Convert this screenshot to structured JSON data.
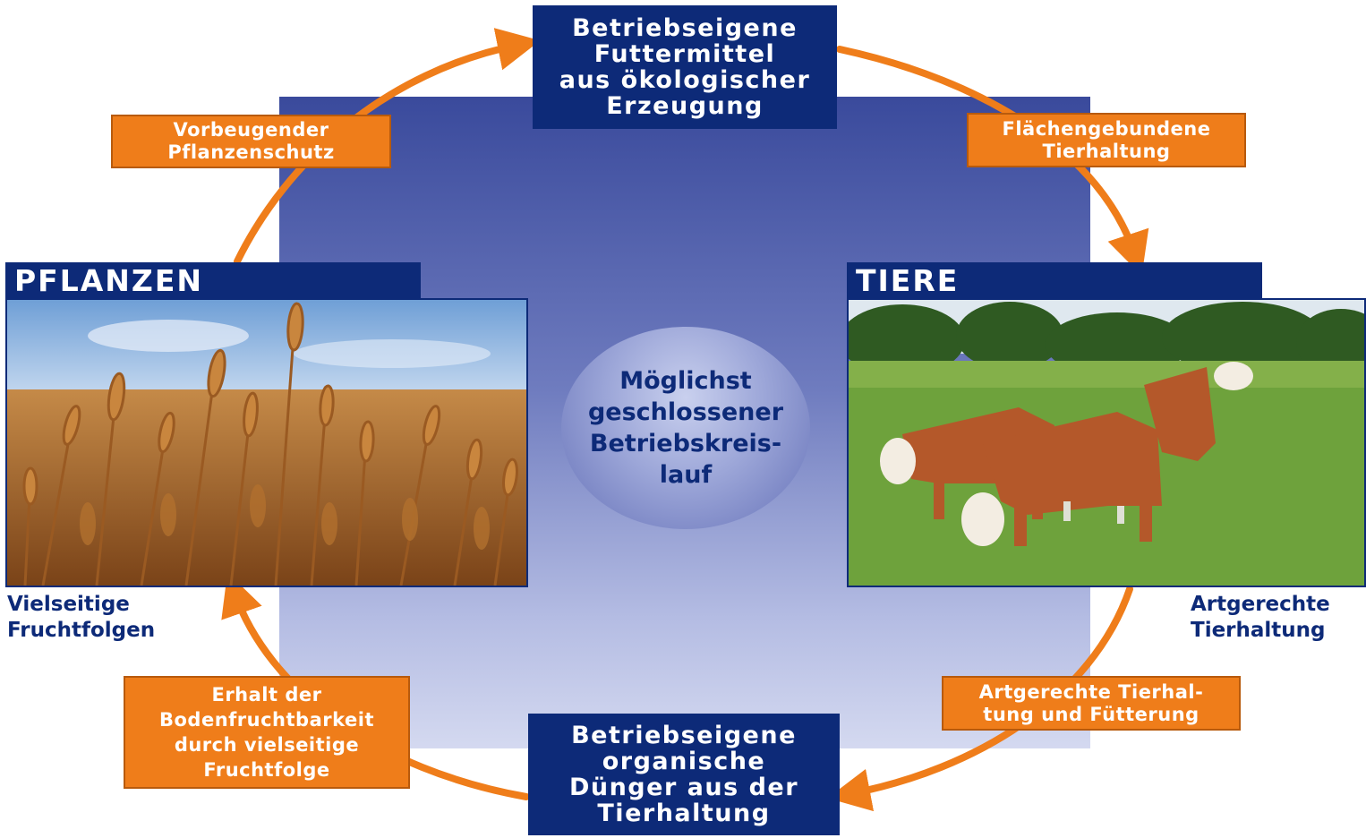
{
  "colors": {
    "navy": "#0d2a78",
    "orange": "#ef7d1a",
    "panel": "#5a68b0"
  },
  "top_box": "Betriebseigene\nFuttermittel\naus ökologischer\nErzeugung",
  "bottom_box": "Betriebseigene\norganische\nDünger aus der\nTierhaltung",
  "center_text": "Möglichst\ngeschlossener\nBetriebskreis-\nlauf",
  "plants": {
    "header": "PFLANZEN",
    "caption": "Vielseitige\nFruchtfolgen"
  },
  "animals": {
    "header": "TIERE",
    "caption": "Artgerechte\nTierhaltung"
  },
  "labels": {
    "top_left": "Vorbeugender\nPflanzenschutz",
    "top_right": "Flächengebundene\nTierhaltung",
    "bottom_right": "Artgerechte Tierhal-\ntung und Fütterung",
    "bottom_left": "Erhalt der\nBodenfruchtbarkeit\ndurch vielseitige\nFruchtfolge"
  }
}
